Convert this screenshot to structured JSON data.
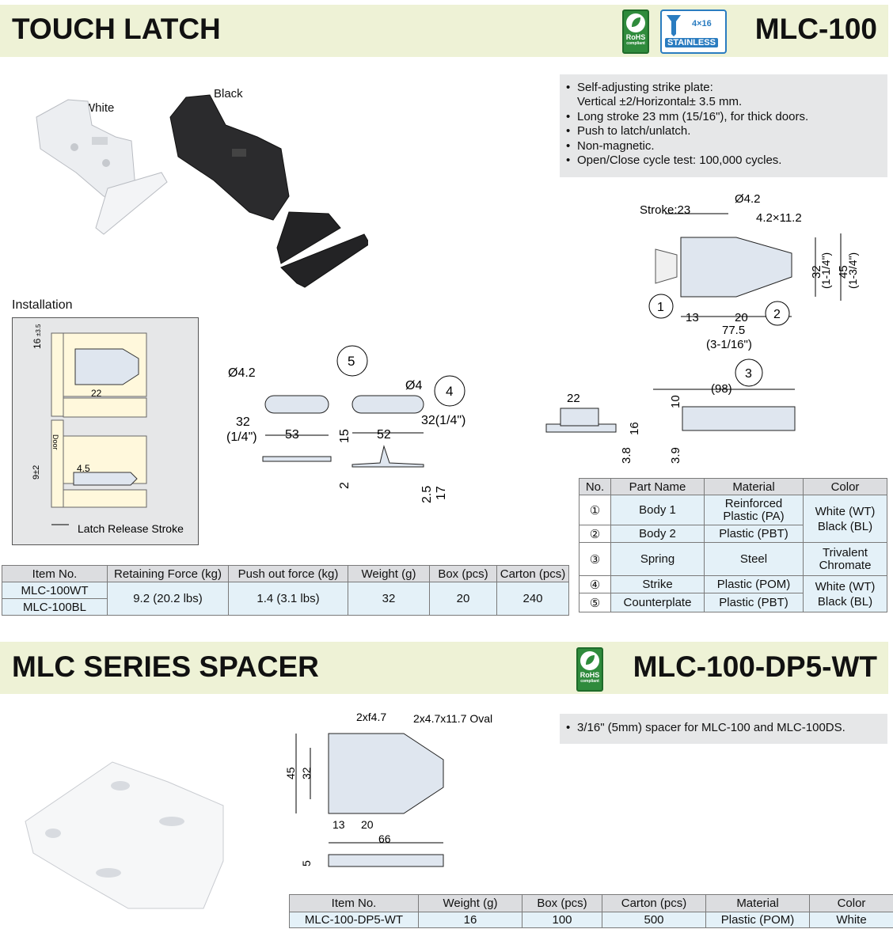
{
  "section1": {
    "title": "TOUCH LATCH",
    "model": "MLC-100",
    "badges": {
      "rohs": "RoHS",
      "rohs_sub": "compliant",
      "stainless_size": "4×16",
      "stainless_label": "STAINLESS"
    },
    "photo_labels": {
      "white": "White",
      "black": "Black"
    },
    "features": [
      {
        "line1": "Self-adjusting strike plate:",
        "line2": "Vertical ±2/Horizontal± 3.5 mm."
      },
      {
        "line1": "Long stroke 23 mm (15/16\"), for thick doors."
      },
      {
        "line1": "Push to latch/unlatch."
      },
      {
        "line1": "Non-magnetic."
      },
      {
        "line1": "Open/Close cycle test: 100,000 cycles."
      }
    ],
    "installation_label": "Installation",
    "install_dims": {
      "d16": "16",
      "tol16": "±3.5",
      "d22": "22",
      "door": "Door",
      "d9": "9±2",
      "d45": "4.5",
      "release": "Latch Release Stroke"
    },
    "main_dims": {
      "stroke": "Stroke:23",
      "hole": "Ø4.2",
      "oval": "4.2×11.2",
      "d32": "32",
      "d32in": "(1-1/4\")",
      "d45": "45",
      "d45in": "(1-3/4\")",
      "d13": "13",
      "d20": "20",
      "d775": "77.5",
      "d775in": "(3-1/16\")",
      "c1": "1",
      "c2": "2"
    },
    "strike_dims": {
      "hole": "Ø4.2",
      "d32": "32",
      "d32in": "(1/4\")",
      "d53": "53",
      "d15": "15",
      "d2": "2",
      "c5": "5"
    },
    "counter_dims": {
      "hole": "Ø4",
      "d32": "32(1/4\")",
      "d52": "52",
      "d25": "2.5",
      "d17": "17",
      "c4": "4"
    },
    "side_dims": {
      "d22": "22",
      "d16": "16",
      "d38": "3.8",
      "d39": "3.9",
      "d10": "10",
      "d98": "(98)",
      "c3": "3"
    },
    "spec_table": {
      "headers": [
        "Item No.",
        "Retaining Force (kg)",
        "Push out force (kg)",
        "Weight (g)",
        "Box (pcs)",
        "Carton (pcs)"
      ],
      "items": [
        "MLC-100WT",
        "MLC-100BL"
      ],
      "retaining": "9.2 (20.2 lbs)",
      "pushout": "1.4 (3.1 lbs)",
      "weight": "32",
      "box": "20",
      "carton": "240"
    },
    "parts_table": {
      "headers": [
        "No.",
        "Part Name",
        "Material",
        "Color"
      ],
      "rows": [
        {
          "no": "①",
          "name": "Body 1",
          "material": "Reinforced Plastic (PA)"
        },
        {
          "no": "②",
          "name": "Body 2",
          "material": "Plastic (PBT)"
        },
        {
          "no": "③",
          "name": "Spring",
          "material": "Steel"
        },
        {
          "no": "④",
          "name": "Strike",
          "material": "Plastic (POM)"
        },
        {
          "no": "⑤",
          "name": "Counterplate",
          "material": "Plastic (PBT)"
        }
      ],
      "color_a": "White (WT) Black (BL)",
      "color_b": "Trivalent Chromate",
      "color_c": "White (WT) Black (BL)"
    }
  },
  "section2": {
    "title": "MLC SERIES SPACER",
    "model": "MLC-100-DP5-WT",
    "badges": {
      "rohs": "RoHS",
      "rohs_sub": "compliant"
    },
    "features": [
      {
        "line1": "3/16\" (5mm) spacer for MLC-100 and MLC-100DS."
      }
    ],
    "dims": {
      "hole": "2xf4.7",
      "oval": "2x4.7x11.7 Oval",
      "d45": "45",
      "d32": "32",
      "d13": "13",
      "d20": "20",
      "d66": "66",
      "d5": "5"
    },
    "table": {
      "headers": [
        "Item No.",
        "Weight (g)",
        "Box (pcs)",
        "Carton (pcs)",
        "Material",
        "Color"
      ],
      "row": [
        "MLC-100-DP5-WT",
        "16",
        "100",
        "500",
        "Plastic (POM)",
        "White"
      ]
    }
  },
  "colors": {
    "bar": "#eef2d6",
    "rohs_green": "#2f8b3c",
    "stainless_blue": "#2a7cc0",
    "cell_blue": "#e4f1f8",
    "header_grey": "#dcdde0",
    "feature_grey": "#e6e7e8"
  }
}
